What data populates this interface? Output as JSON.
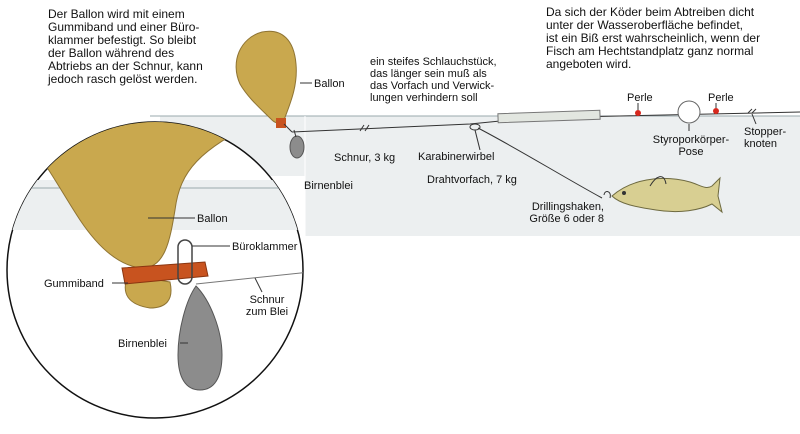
{
  "text_left_note": "Der Ballon wird mit einem\nGummiband und einer Büro-\nklammer befestigt. So bleibt\nder Ballon während des\nAbtriebs an der Schnur, kann\njedoch rasch gelöst werden.",
  "text_right_note": "Da sich der Köder beim Abtreiben dicht\nunter der Wasseroberfläche befindet,\nist ein Biß erst wahrscheinlich, wenn der\nFisch am Hechtstandplatz ganz normal\nangeboten wird.",
  "labels": {
    "ballon_top": "Ballon",
    "schlauch": "ein steifes Schlauchstück,\ndas länger sein muß als\ndas Vorfach und Verwick-\nlungen verhindern soll",
    "perle_1": "Perle",
    "perle_2": "Perle",
    "pose": "Styroporkörper-\nPose",
    "stopper": "Stopper-\nknoten",
    "schnur_3kg": "Schnur, 3 kg",
    "karabiner": "Karabinerwirbel",
    "birnenblei_top": "Birnenblei",
    "drahtvorfach": "Drahtvorfach, 7 kg",
    "drillingshaken": "Drillingshaken,\nGröße 6 oder 8",
    "ballon_inset": "Ballon",
    "bueroklammer": "Büroklammer",
    "gummiband": "Gummiband",
    "schnur_blei": "Schnur\nzum Blei",
    "birnenblei_inset": "Birnenblei"
  },
  "colors": {
    "balloon": "#c9a84e",
    "balloon_dark": "#8f7433",
    "water": "#eceff0",
    "water_line": "#9aa8ad",
    "rubber": "#c8531f",
    "lead": "#8c8c8c",
    "bead": "#d7281e",
    "fish": "#d8cf92"
  }
}
